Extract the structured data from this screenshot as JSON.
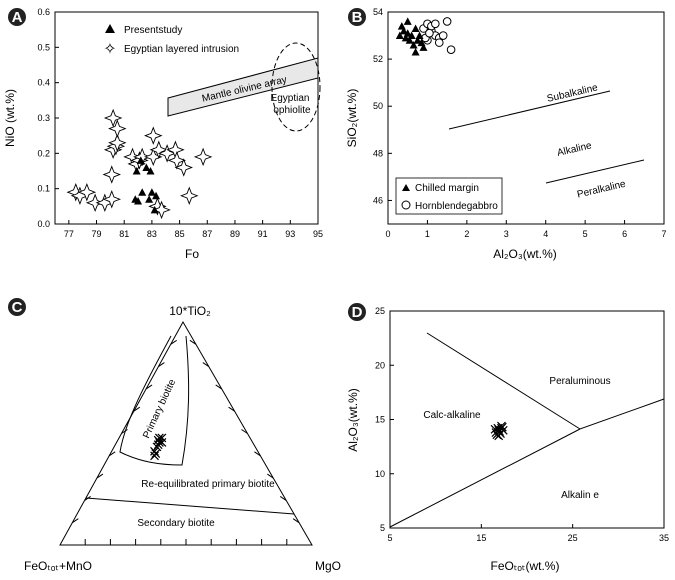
{
  "chart_data": [
    {
      "panel": "A",
      "type": "scatter",
      "xlabel": "Fo",
      "ylabel": "NiO (wt.%)",
      "xlim": [
        76,
        95
      ],
      "ylim": [
        0,
        0.6
      ],
      "xticks": [
        77,
        79,
        81,
        83,
        85,
        87,
        89,
        91,
        93,
        95
      ],
      "yticks": [
        0.0,
        0.1,
        0.2,
        0.3,
        0.4,
        0.5,
        0.6
      ],
      "legend": [
        "Presentstudy",
        "Egyptian layered intrusion"
      ],
      "annotations": [
        "Mantle olivine array",
        "Egyptian",
        "ophiolite"
      ],
      "series": [
        {
          "name": "Presentstudy",
          "marker": "triangle",
          "points": [
            [
              81.9,
              0.15
            ],
            [
              82.2,
              0.18
            ],
            [
              82.6,
              0.16
            ],
            [
              82.3,
              0.09
            ],
            [
              82.9,
              0.15
            ],
            [
              83.3,
              0.08
            ],
            [
              82.8,
              0.07
            ],
            [
              81.8,
              0.07
            ],
            [
              82.0,
              0.065
            ],
            [
              83.2,
              0.04
            ],
            [
              83.0,
              0.09
            ]
          ]
        },
        {
          "name": "Egyptian layered intrusion",
          "marker": "star",
          "points": [
            [
              77.5,
              0.09
            ],
            [
              77.8,
              0.08
            ],
            [
              78.3,
              0.09
            ],
            [
              78.9,
              0.06
            ],
            [
              79.6,
              0.06
            ],
            [
              80.1,
              0.07
            ],
            [
              80.1,
              0.14
            ],
            [
              80.2,
              0.21
            ],
            [
              80.2,
              0.3
            ],
            [
              80.4,
              0.22
            ],
            [
              80.5,
              0.23
            ],
            [
              80.5,
              0.27
            ],
            [
              81.6,
              0.19
            ],
            [
              81.9,
              0.17
            ],
            [
              82.1,
              0.18
            ],
            [
              82.3,
              0.19
            ],
            [
              83.1,
              0.19
            ],
            [
              83.1,
              0.25
            ],
            [
              83.4,
              0.05
            ],
            [
              83.5,
              0.21
            ],
            [
              84.1,
              0.2
            ],
            [
              84.7,
              0.21
            ],
            [
              84.8,
              0.18
            ],
            [
              85.3,
              0.16
            ],
            [
              85.7,
              0.08
            ],
            [
              86.7,
              0.19
            ],
            [
              83.7,
              0.04
            ]
          ]
        }
      ]
    },
    {
      "panel": "B",
      "type": "scatter",
      "xlabel": "Al₂O₃(wt.%)",
      "ylabel": "SiO₂(wt.%)",
      "xlim": [
        0,
        7
      ],
      "ylim": [
        45,
        54
      ],
      "xticks": [
        0,
        1,
        2,
        3,
        4,
        5,
        6,
        7
      ],
      "yticks": [
        46,
        48,
        50,
        52,
        54
      ],
      "legend": [
        "Chilled margin",
        "Hornblendegabbro"
      ],
      "annotations": [
        "Subalkaline",
        "Alkaline",
        "Peralkaline"
      ],
      "series": [
        {
          "name": "Chilled margin",
          "marker": "filled-triangle",
          "points": [
            [
              0.3,
              53.0
            ],
            [
              0.35,
              53.4
            ],
            [
              0.4,
              53.2
            ],
            [
              0.45,
              52.9
            ],
            [
              0.5,
              53.1
            ],
            [
              0.55,
              52.8
            ],
            [
              0.6,
              53.0
            ],
            [
              0.65,
              52.6
            ],
            [
              0.7,
              52.3
            ],
            [
              0.75,
              52.8
            ],
            [
              0.8,
              53.0
            ],
            [
              0.85,
              52.7
            ],
            [
              0.9,
              52.5
            ],
            [
              0.5,
              53.6
            ],
            [
              0.7,
              53.3
            ]
          ]
        },
        {
          "name": "Hornblendegabbro",
          "marker": "open-circle",
          "points": [
            [
              0.9,
              53.3
            ],
            [
              1.0,
              53.5
            ],
            [
              1.1,
              53.2
            ],
            [
              1.2,
              53.0
            ],
            [
              1.3,
              52.9
            ],
            [
              1.0,
              52.8
            ],
            [
              1.1,
              53.4
            ],
            [
              1.4,
              53.0
            ],
            [
              1.5,
              53.6
            ],
            [
              1.6,
              52.4
            ],
            [
              1.3,
              52.7
            ],
            [
              0.95,
              52.9
            ],
            [
              1.2,
              53.5
            ],
            [
              1.05,
              53.1
            ]
          ]
        }
      ]
    },
    {
      "panel": "C",
      "type": "ternary",
      "apex_labels": {
        "top": "10*TiO₂",
        "left": "FeOₜₒₜ+MnO",
        "right": "MgO"
      },
      "fields": [
        "Primary biotite",
        "Re-equilibrated primary biotite",
        "Secondary biotite"
      ],
      "points": [
        {
          "TiO2": 0.48,
          "FeO": 0.36,
          "MgO": 0.16
        },
        {
          "TiO2": 0.47,
          "FeO": 0.37,
          "MgO": 0.16
        },
        {
          "TiO2": 0.46,
          "FeO": 0.37,
          "MgO": 0.17
        },
        {
          "TiO2": 0.45,
          "FeO": 0.38,
          "MgO": 0.17
        },
        {
          "TiO2": 0.44,
          "FeO": 0.39,
          "MgO": 0.17
        },
        {
          "TiO2": 0.42,
          "FeO": 0.41,
          "MgO": 0.17
        },
        {
          "TiO2": 0.41,
          "FeO": 0.41,
          "MgO": 0.18
        },
        {
          "TiO2": 0.4,
          "FeO": 0.42,
          "MgO": 0.18
        },
        {
          "TiO2": 0.48,
          "FeO": 0.35,
          "MgO": 0.17
        },
        {
          "TiO2": 0.46,
          "FeO": 0.36,
          "MgO": 0.18
        }
      ]
    },
    {
      "panel": "D",
      "type": "scatter",
      "xlabel": "FeOₜₒₜ(wt.%)",
      "ylabel": "Al₂O₃(wt.%)",
      "xlim": [
        5,
        35
      ],
      "ylim": [
        5,
        25
      ],
      "xticks": [
        5,
        15,
        25,
        35
      ],
      "yticks": [
        5,
        10,
        15,
        20,
        25
      ],
      "fields": [
        "Peraluminous",
        "Calc-alkaline",
        "Alkalin e"
      ],
      "points": [
        [
          16.6,
          13.8
        ],
        [
          16.9,
          14.0
        ],
        [
          17.2,
          14.2
        ],
        [
          16.7,
          13.6
        ],
        [
          17.0,
          13.9
        ],
        [
          17.3,
          14.3
        ],
        [
          16.5,
          14.1
        ],
        [
          17.1,
          13.7
        ],
        [
          16.8,
          14.2
        ],
        [
          17.4,
          14.0
        ],
        [
          16.9,
          13.5
        ],
        [
          17.2,
          14.4
        ]
      ]
    }
  ]
}
